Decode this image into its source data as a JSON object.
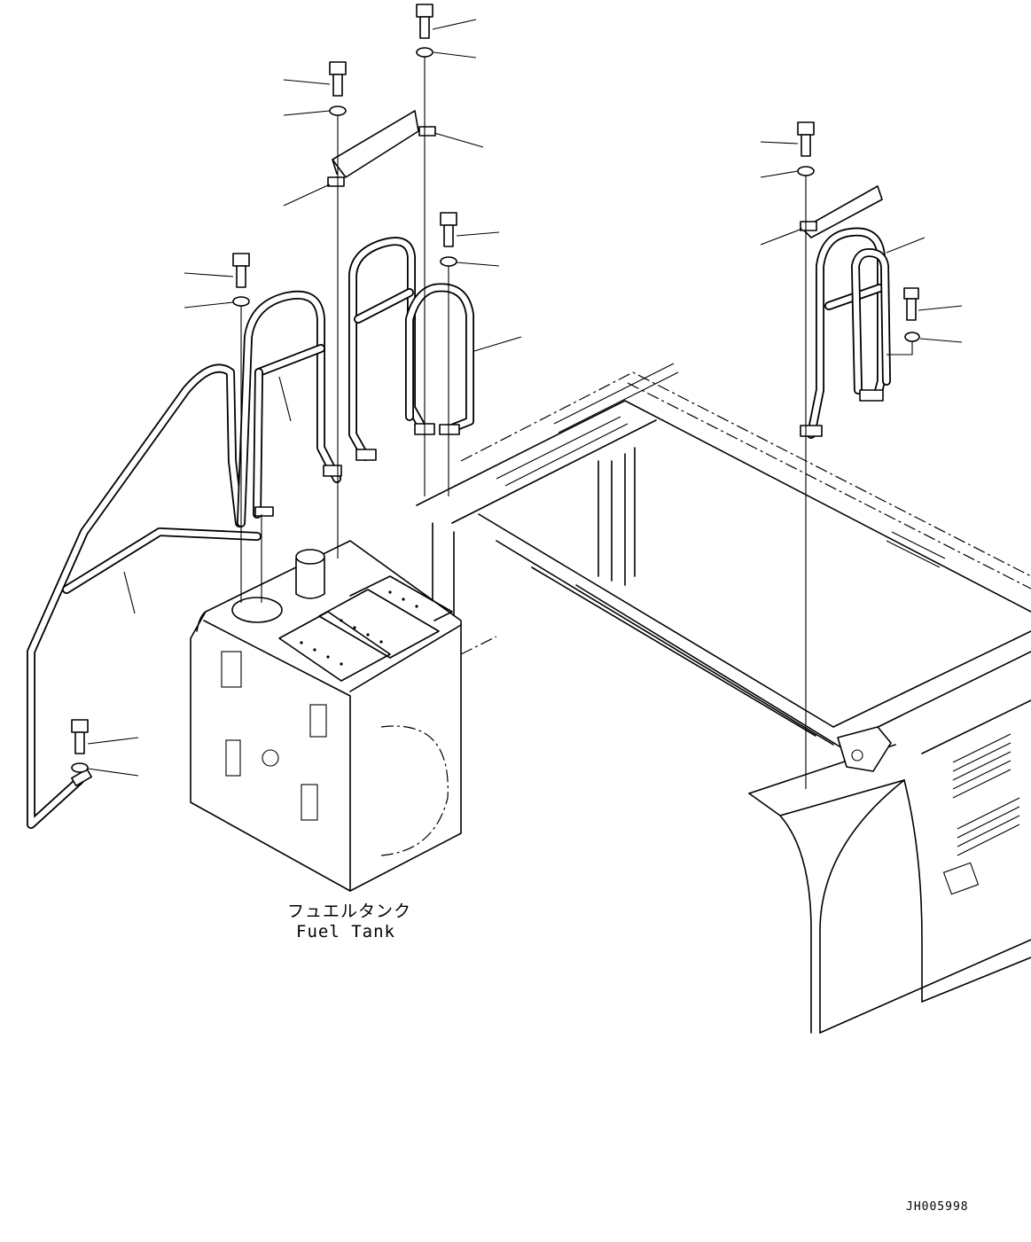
{
  "diagram": {
    "component_label_ja": "フュエルタンク",
    "component_label_en": "Fuel Tank",
    "drawing_number": "JH005998"
  }
}
